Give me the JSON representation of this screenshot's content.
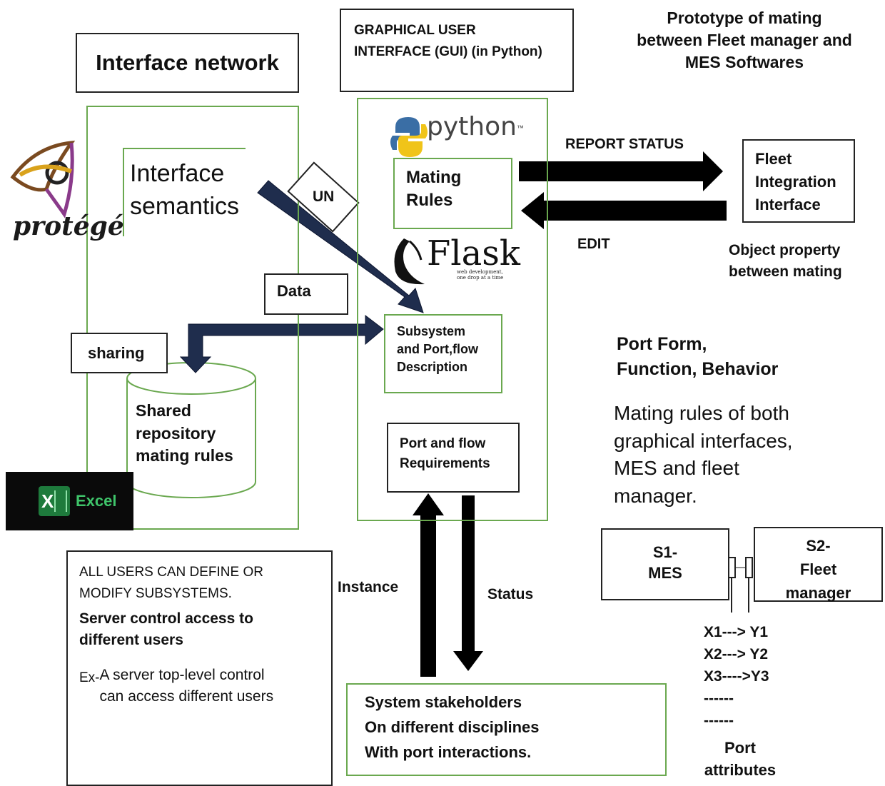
{
  "title_box": {
    "text": "Interface network"
  },
  "gui_box": {
    "text": "GRAPHICAL USER\nINTERFACE (GUI) (in Python)"
  },
  "prototype_title": {
    "text": "Prototype of mating\nbetween Fleet manager and\nMES Softwares"
  },
  "protege": {
    "label": "protégé"
  },
  "semantics_box": {
    "text": "Interface\nsemantics"
  },
  "un_tag": {
    "text": "UN"
  },
  "data_tag": {
    "text": "Data"
  },
  "sharing_tag": {
    "text": "sharing"
  },
  "repository": {
    "text": "Shared\nrepository\nmating rules"
  },
  "excel": {
    "label": "Excel",
    "glyph": "X"
  },
  "python_logo": {
    "label": "python",
    "tm": "™"
  },
  "mating_rules": {
    "text": "Mating\nRules"
  },
  "flask_logo": {
    "label": "Flask",
    "tagline": "web development,\none drop at a time"
  },
  "subsystem_box": {
    "text": "Subsystem\nand Port,flow\nDescription"
  },
  "port_flow_box": {
    "text": "Port and flow\nRequirements"
  },
  "report_status": {
    "text": "REPORT STATUS"
  },
  "edit": {
    "text": "EDIT"
  },
  "fleet_box": {
    "text": "Fleet\nIntegration\nInterface"
  },
  "object_property": {
    "text": "Object property\nbetween mating"
  },
  "port_form": {
    "text": "Port Form,\nFunction, Behavior"
  },
  "mating_desc": {
    "text": "Mating rules of both\ngraphical interfaces,\nMES and fleet\nmanager."
  },
  "s1_box": {
    "text": "S1-\nMES"
  },
  "s2_box": {
    "text": "S2-\nFleet\nmanager"
  },
  "mappings": [
    "X1---> Y1",
    "X2---> Y2",
    "X3---->Y3",
    "------",
    "------"
  ],
  "port_attributes": {
    "text": "Port\nattributes"
  },
  "instance": {
    "text": "Instance"
  },
  "status": {
    "text": "Status"
  },
  "users_box": {
    "line1": "ALL USERS CAN DEFINE OR\nMODIFY SUBSYSTEMS.",
    "line2": "Server control access to\ndifferent users",
    "ex_prefix": "Ex-",
    "line3": "A server top-level control\ncan access different users"
  },
  "stakeholders_box": {
    "text": "System stakeholders\nOn different disciplines\nWith port interactions."
  },
  "colors": {
    "arrow_navy": "#1f2d4d",
    "green_border": "#6aa84f",
    "black": "#111111"
  }
}
